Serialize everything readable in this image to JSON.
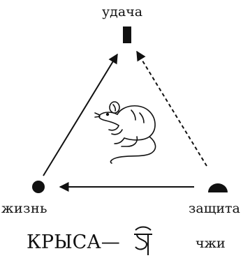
{
  "labels": {
    "top": "удача",
    "left": "жизнь",
    "right": "защита"
  },
  "title": {
    "main": "КРЫСА",
    "dash": "—",
    "glyph": "ཙཱི",
    "sub": "чжи"
  },
  "colors": {
    "ink": "#111111",
    "background": "#ffffff"
  },
  "icons": [
    "bar-symbol-icon",
    "circle-symbol-icon",
    "half-disc-symbol-icon",
    "rat-icon",
    "tibetan-glyph-icon"
  ]
}
